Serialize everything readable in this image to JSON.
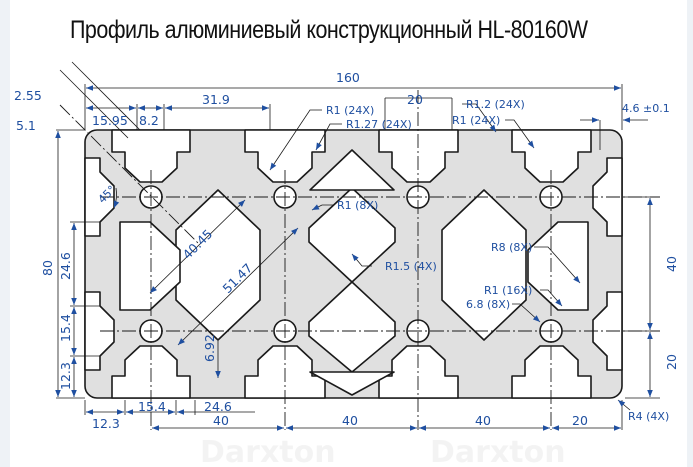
{
  "title": "Профиль алюминиевый конструкционный HL-80160W",
  "watermark": "Darxton",
  "colors": {
    "dimension_blue": "#1f4fa0",
    "profile_fill": "#e0e0e0",
    "outline": "#1a1a1a",
    "background": "#ffffff"
  },
  "dimensions": {
    "overall_width": "160",
    "overall_height": "80",
    "slot_chamfer_a": "2.55",
    "slot_chamfer_b": "5.1",
    "offset_15_95": "15.95",
    "slot_width": "8.2",
    "offset_31_9": "31.9",
    "slot_pitch_20": "20",
    "wall_thickness": "4.6 ±0.1",
    "angle": "45°",
    "side_24_6": "24.6",
    "side_15_4": "15.4",
    "side_12_3": "12.3",
    "diag_40_45": "40.45",
    "diag_51_47": "51.47",
    "depth_6_92": "6.92",
    "bottom_12_3": "12.3",
    "bottom_15_4": "15.4",
    "bottom_24_6": "24.6",
    "pitch_40_1": "40",
    "pitch_40_2": "40",
    "pitch_40_3": "40",
    "pitch_20_end": "20",
    "right_40": "40",
    "right_20": "20"
  },
  "callouts": {
    "r1_24x": "R1 (24X)",
    "r1_27_24x": "R1.27 (24X)",
    "r1_2_24x": "R1.2 (24X)",
    "r1_24x_b": "R1 (24X)",
    "r1_8x": "R1 (8X)",
    "r1_5_4x": "R1.5 (4X)",
    "r8_8x": "R8 (8X)",
    "r1_16x": "R1 (16X)",
    "hole_6_8_8x": "6.8 (8X)",
    "r4_4x": "R4 (4X)"
  }
}
